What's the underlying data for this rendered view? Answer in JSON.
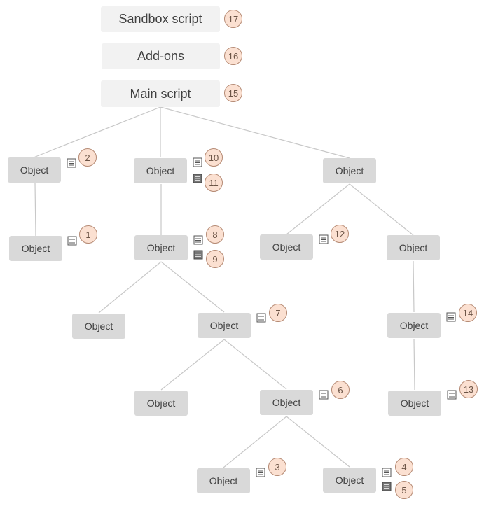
{
  "scripts": {
    "sandbox": {
      "label": "Sandbox script",
      "badge": "17"
    },
    "addons": {
      "label": "Add-ons",
      "badge": "16"
    },
    "main": {
      "label": "Main script",
      "badge": "15"
    }
  },
  "object_label": "Object",
  "badges": {
    "b1": "1",
    "b2": "2",
    "b3": "3",
    "b4": "4",
    "b5": "5",
    "b6": "6",
    "b7": "7",
    "b8": "8",
    "b9": "9",
    "b10": "10",
    "b11": "11",
    "b12": "12",
    "b13": "13",
    "b14": "14"
  },
  "colors": {
    "object_fill": "#d9d9d9",
    "script_fill": "#f2f2f2",
    "badge_fill": "#fbe0d1",
    "badge_border": "#b58a74",
    "edge": "#c8c8c8"
  },
  "icons": {
    "script_doc": "document-lines-icon",
    "dark_doc": "document-grid-icon"
  }
}
